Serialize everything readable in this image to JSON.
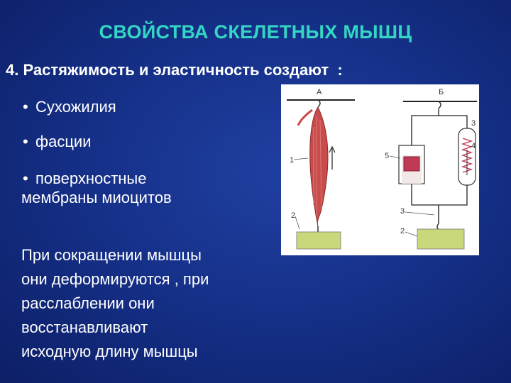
{
  "slide": {
    "title": "СВОЙСТВА СКЕЛЕТНЫХ МЫШЦ",
    "subtitle": "4. Растяжимость и эластичность создают  :",
    "bullets": [
      {
        "marker": "•",
        "text": "Сухожилия"
      },
      {
        "marker": "•",
        "text": "фасции"
      },
      {
        "marker": "•",
        "text": "поверхностные",
        "text_line2": "мембраны миоцитов"
      }
    ],
    "note_lines": [
      "При сокращении мышцы",
      "они деформируются , при",
      "расслаблении  они",
      "восстанавливают",
      "исходную длину мышцы"
    ]
  },
  "figure": {
    "labels": {
      "panel_a": "А",
      "panel_b": "Б",
      "n1": "1",
      "n2a": "2",
      "n2b": "2",
      "n3a": "3",
      "n3b": "3",
      "n4": "4",
      "n5": "5"
    },
    "colors": {
      "muscle": "#c94c4c",
      "weight": "#c8d87a",
      "spring_block": "#c03a56",
      "frame": "#222222"
    }
  }
}
